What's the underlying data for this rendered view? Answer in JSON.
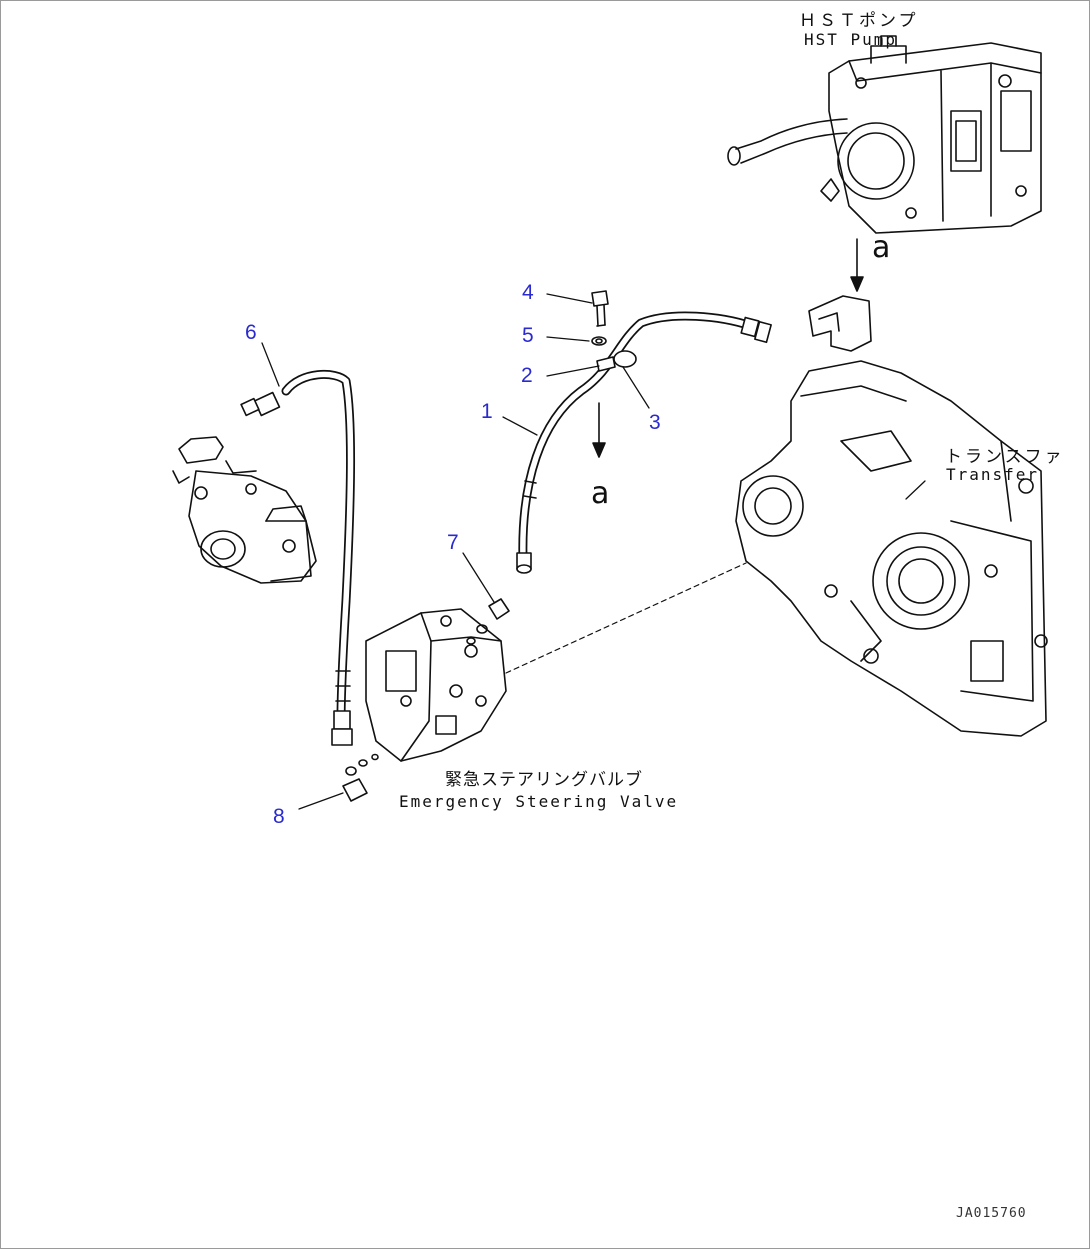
{
  "components": {
    "hst_pump": {
      "jp": "ＨＳＴポンプ",
      "en": "HST Pump"
    },
    "transfer": {
      "jp": "トランスファ",
      "en": "Transfer"
    },
    "emergency_valve": {
      "jp": "緊急ステアリングバルブ",
      "en": "Emergency Steering Valve"
    }
  },
  "view_marks": {
    "top": "a",
    "middle": "a"
  },
  "callouts": [
    "1",
    "2",
    "3",
    "4",
    "5",
    "6",
    "7",
    "8"
  ],
  "drawing_code": "JA015760",
  "colors": {
    "callout": "#2a2ad0",
    "line": "#111111"
  }
}
